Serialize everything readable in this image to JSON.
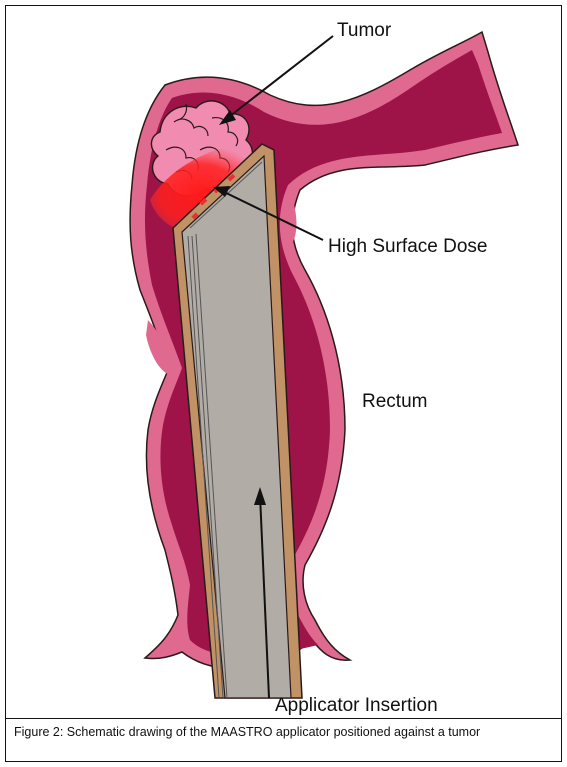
{
  "labels": {
    "tumor": "Tumor",
    "dose": "High Surface Dose",
    "rectum": "Rectum",
    "applicator": "Applicator Insertion"
  },
  "caption": "Figure 2: Schematic drawing of the MAASTRO applicator positioned against a tumor",
  "colors": {
    "rectum_wall": "#e0698f",
    "rectum_lumen": "#9e1448",
    "tumor": "#f18cb0",
    "dose": "#ff1a1a",
    "applicator_body": "#b2aca6",
    "applicator_sheath": "#c09266",
    "outline": "#111111"
  }
}
